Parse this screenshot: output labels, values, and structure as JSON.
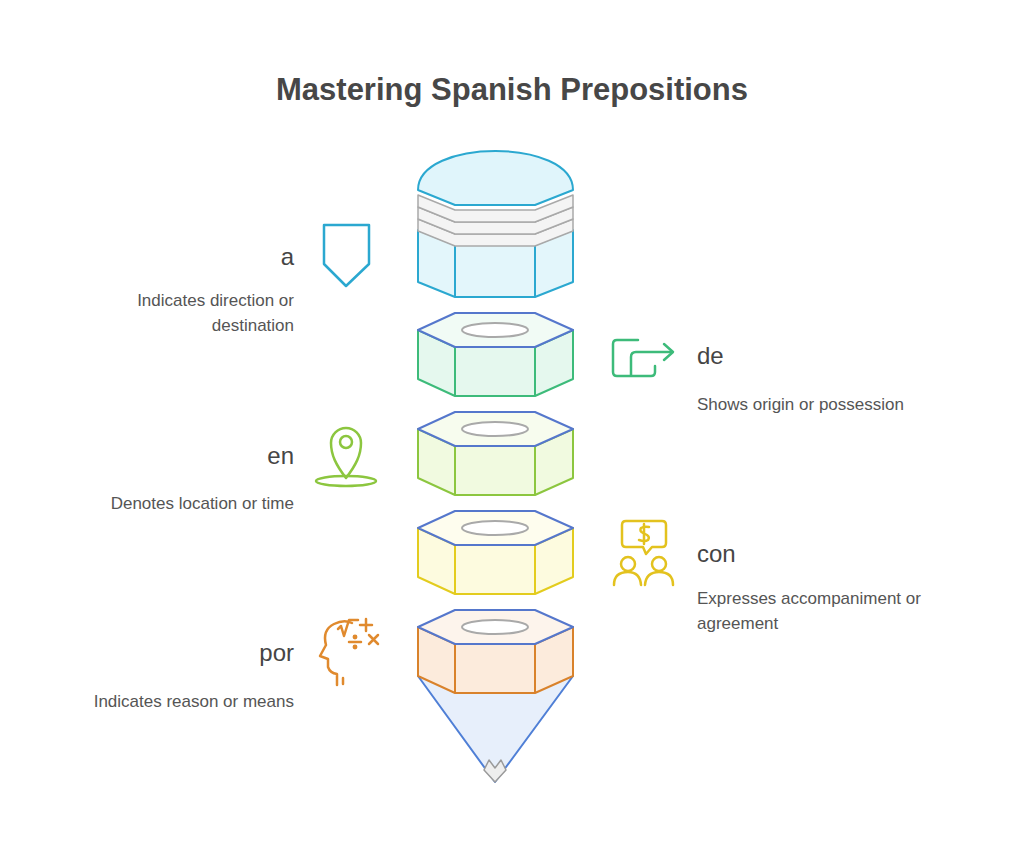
{
  "diagram": {
    "title": "Mastering Spanish Prepositions",
    "labels": [
      "a",
      "Indicates direction or destination",
      "de",
      "Shows origin or possession",
      "en",
      "Denotes location or time",
      "con",
      "Expresses accompaniment or agreement",
      "por",
      "Indicates reason or means"
    ]
  }
}
